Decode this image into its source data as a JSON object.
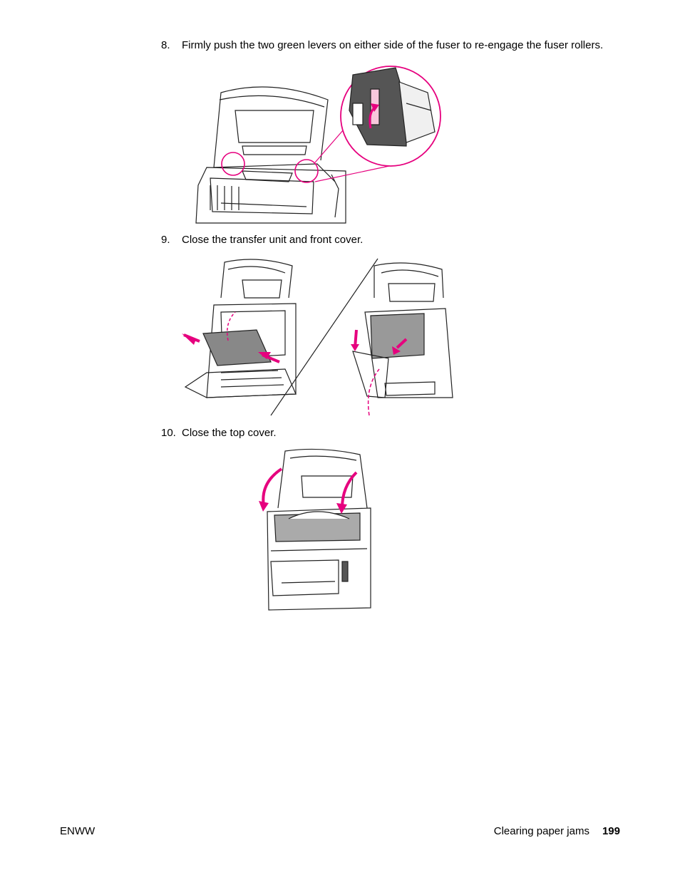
{
  "steps": [
    {
      "number": "8.",
      "text": "Firmly push the two green levers on either side of the fuser to re-engage the fuser rollers."
    },
    {
      "number": "9.",
      "text": "Close the transfer unit and front cover."
    },
    {
      "number": "10.",
      "text": "Close the top cover."
    }
  ],
  "footer": {
    "left": "ENWW",
    "section": "Clearing paper jams",
    "page": "199"
  },
  "colors": {
    "accent": "#E6007E",
    "line": "#222222"
  }
}
